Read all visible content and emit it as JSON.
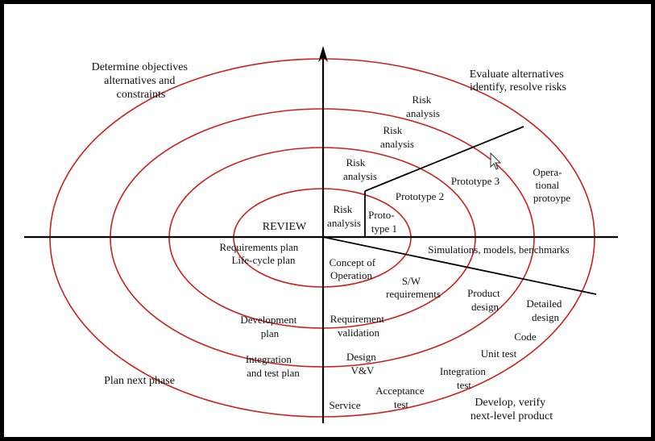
{
  "diagram": {
    "title": "",
    "quadrants": {
      "determine": [
        "Determine objectives",
        "alternatives and",
        "constraints"
      ],
      "evaluate": [
        "Evaluate alternatives",
        "identify, resolve risks"
      ],
      "plan_next": [
        "Plan next phase"
      ],
      "develop": [
        "Develop, verify",
        "next-level product"
      ]
    },
    "risk_analysis": [
      [
        "Risk",
        "analysis"
      ],
      [
        "Risk",
        "analysis"
      ],
      [
        "Risk",
        "analysis"
      ],
      [
        "Risk",
        "analysis"
      ]
    ],
    "prototypes": {
      "p1": [
        "Proto-",
        "type 1"
      ],
      "p2": [
        "Prototype 2"
      ],
      "p3": [
        "Prototype 3"
      ],
      "operational": [
        "Opera-",
        "tional",
        "protoype"
      ]
    },
    "simulations": "Simulations, models, benchmarks",
    "review": "REVIEW",
    "planning": {
      "requirements": [
        "Requirements plan",
        "Life-cycle plan"
      ],
      "development": [
        "Development",
        "plan"
      ],
      "integration": [
        "Integration",
        "and test plan"
      ]
    },
    "development_steps": {
      "concept": [
        "Concept of",
        "Operation"
      ],
      "sw_requirements": [
        "S/W",
        "requirements"
      ],
      "product_design": [
        "Product",
        "design"
      ],
      "detailed_design": [
        "Detailed",
        "design"
      ],
      "code": "Code",
      "unit_test": "Unit test",
      "integration_test": [
        "Integration",
        "test"
      ],
      "acceptance_test": [
        "Acceptance",
        "test"
      ],
      "service": "Service",
      "requirement_validation": [
        "Requirement",
        "validation"
      ],
      "design_vv": [
        "Design",
        "V&V"
      ]
    }
  }
}
